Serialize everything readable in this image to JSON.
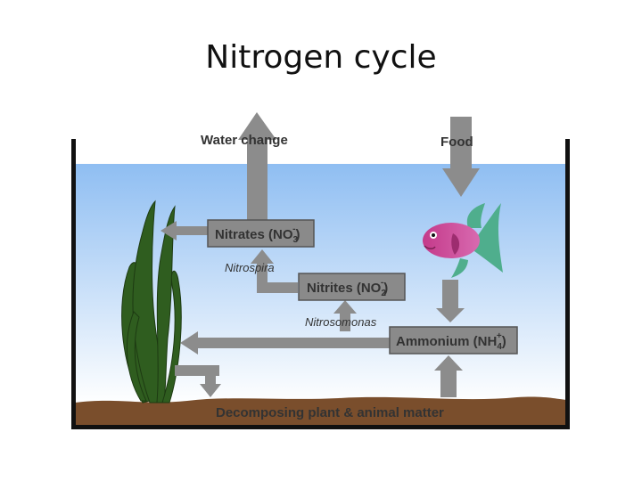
{
  "title": "Nitrogen cycle",
  "labels": {
    "water_change": "Water change",
    "food": "Food",
    "nitrates": "Nitrates (NO",
    "nitrates_sub": "3",
    "nitrates_sup": "-",
    "nitrates_close": ")",
    "nitrites": "Nitrites (NO",
    "nitrites_sub": "2",
    "nitrites_sup": "-",
    "nitrites_close": ")",
    "ammonium": "Ammonium (NH",
    "ammonium_sub": "4",
    "ammonium_sup": "+",
    "ammonium_close": ")",
    "nitrospira": "Nitrospira",
    "nitrosomonas": "Nitrosomonas",
    "decomposing": "Decomposing plant & animal matter"
  },
  "colors": {
    "water_top": "#8fbef2",
    "water_bottom": "#ffffff",
    "soil": "#7a4e2c",
    "plant": "#2f5d1f",
    "fish": "#c43a8a",
    "arrow": "#8c8c8c"
  }
}
